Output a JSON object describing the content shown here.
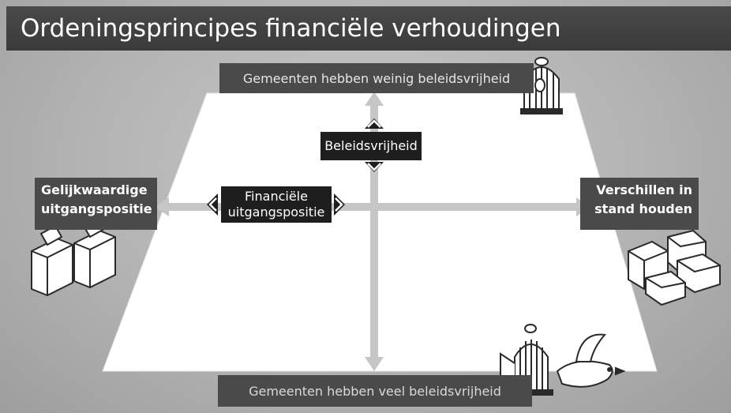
{
  "title": "Ordeningsprincipes financiële verhoudingen",
  "labels": {
    "top": "Gemeenten hebben weinig beleidsvrijheid",
    "bottom": "Gemeenten hebben veel beleidsvrijheid",
    "left": [
      "Gelijkwaardige",
      "uitgangspositie"
    ],
    "right": [
      "Verschillen in",
      "stand houden"
    ],
    "vertical_axis": "Beleidsvrijheid",
    "horizontal_axis": [
      "Financiële",
      "uitgangspositie"
    ]
  },
  "colors": {
    "background": "#b3b3b3",
    "title_bar": "#404040",
    "label_bg": "#4a4a4a",
    "axis_label_bg": "#1e1e1e",
    "plane": "#ffffff",
    "arrow": "#c8c8c8"
  },
  "icons": {
    "cage_closed": "closed-birdcage-icon",
    "cage_open": "open-birdcage-icon",
    "bird": "flying-bird-icon",
    "boxes_left": "aligned-open-boxes-icon",
    "boxes_right": "scattered-open-boxes-icon"
  }
}
